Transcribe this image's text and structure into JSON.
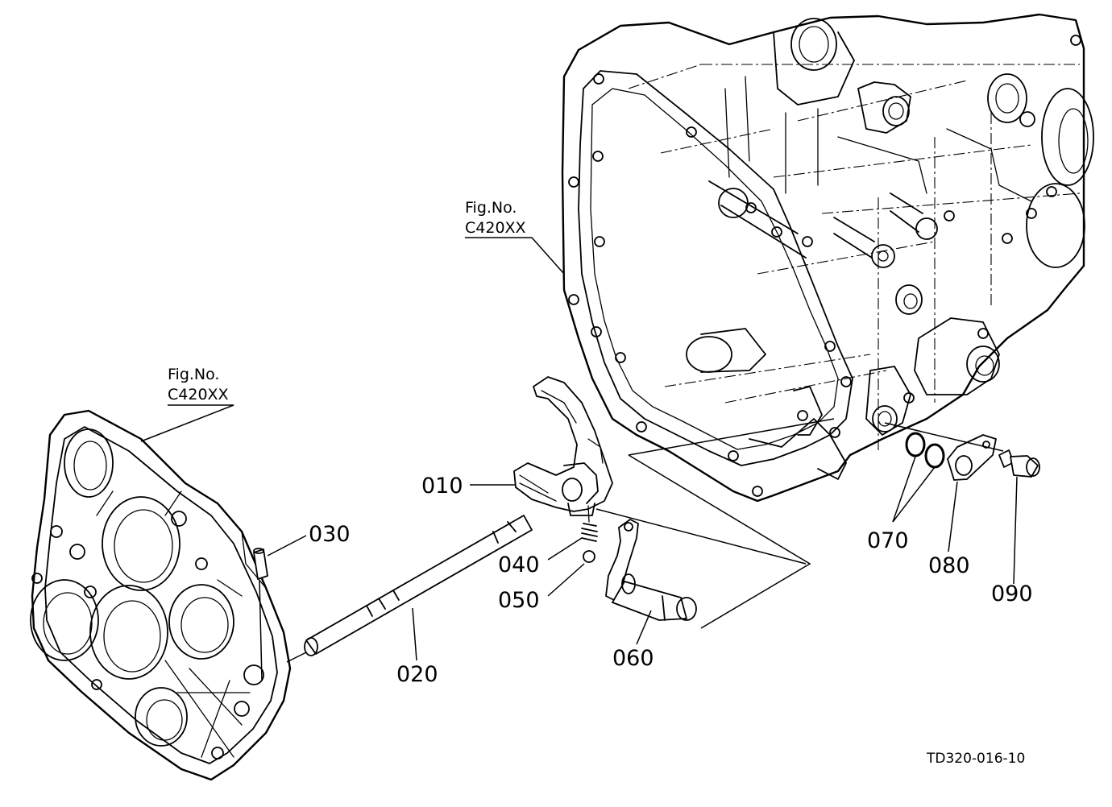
{
  "diagram": {
    "fig_reference_case": {
      "line1": "Fig.No.",
      "line2": "C420XX"
    },
    "fig_reference_cover": {
      "line1": "Fig.No.",
      "line2": "C420XX"
    },
    "part_labels": {
      "p010": "010",
      "p020": "020",
      "p030": "030",
      "p040": "040",
      "p050": "050",
      "p060": "060",
      "p070": "070",
      "p080": "080",
      "p090": "090"
    },
    "drawing_code": "TD320-016-10"
  }
}
